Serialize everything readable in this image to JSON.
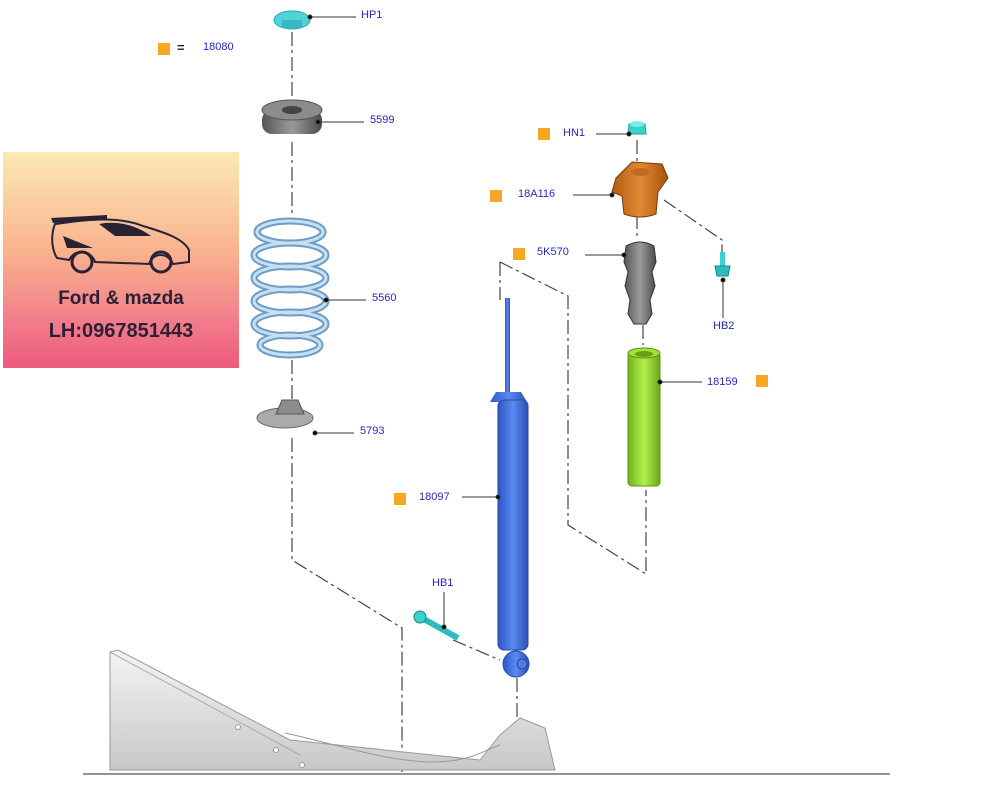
{
  "legend": {
    "equals_sign": "=",
    "part": "18080"
  },
  "logo": {
    "line1": "Ford & mazda",
    "line2": "LH:0967851443"
  },
  "parts": {
    "hp1": "HP1",
    "p5599": "5599",
    "p5560": "5560",
    "p5793": "5793",
    "hn1": "HN1",
    "p18a116": "18A116",
    "p5k570": "5K570",
    "hb2": "HB2",
    "p18159": "18159",
    "p18097": "18097",
    "hb1": "HB1"
  },
  "colors": {
    "label": "#2626c8",
    "marker": "#f7a823",
    "shock": "#4a78e0",
    "spring": "#a9cde8",
    "boot": "#93d82a",
    "mount": "#d9761e",
    "fastener": "#3ccfd0"
  }
}
